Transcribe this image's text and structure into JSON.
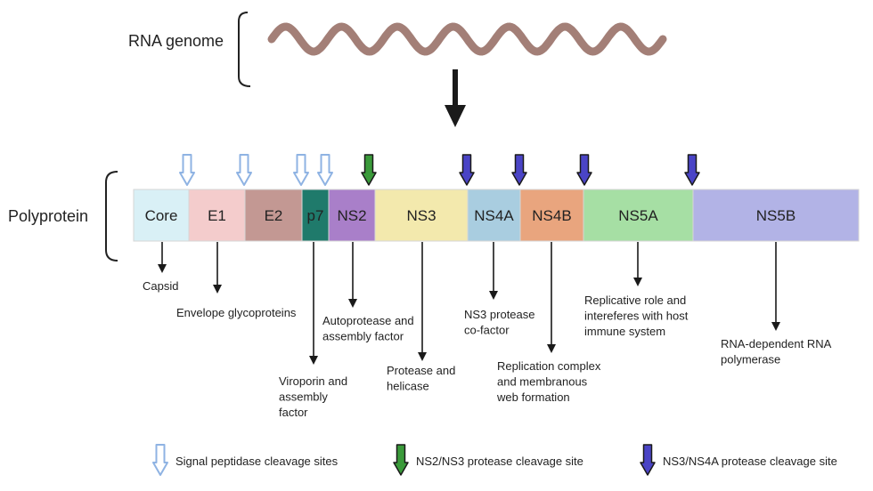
{
  "genome_label": "RNA genome",
  "polyprotein_label": "Polyprotein",
  "segments": [
    {
      "label": "Core",
      "color": "#d9f0f6"
    },
    {
      "label": "E1",
      "color": "#f4cccc"
    },
    {
      "label": "E2",
      "color": "#c39893"
    },
    {
      "label": "p7",
      "color": "#1f7a6b"
    },
    {
      "label": "NS2",
      "color": "#a97fc9"
    },
    {
      "label": "NS3",
      "color": "#f3e9ad"
    },
    {
      "label": "NS4A",
      "color": "#a9cde0"
    },
    {
      "label": "NS4B",
      "color": "#e9a57e"
    },
    {
      "label": "NS5A",
      "color": "#a6dfa4"
    },
    {
      "label": "NS5B",
      "color": "#b2b3e6"
    }
  ],
  "functions": [
    {
      "lines": [
        "Capsid"
      ]
    },
    {
      "lines": [
        "Envelope glycoproteins"
      ]
    },
    {
      "lines": [
        "Viroporin and",
        "assembly",
        "factor"
      ]
    },
    {
      "lines": [
        "Autoprotease and",
        "assembly factor"
      ]
    },
    {
      "lines": [
        "Protease and",
        "helicase"
      ]
    },
    {
      "lines": [
        "NS3 protease",
        "co-factor"
      ]
    },
    {
      "lines": [
        "Replication complex",
        "and membranous",
        "web formation"
      ]
    },
    {
      "lines": [
        "Replicative role and",
        "intereferes with host",
        "immune system"
      ]
    },
    {
      "lines": [
        "RNA-dependent RNA",
        "polymerase"
      ]
    }
  ],
  "legend": [
    {
      "type": "signal",
      "label": "Signal peptidase cleavage sites",
      "color": "#8fb3e3"
    },
    {
      "type": "ns2",
      "label": "NS2/NS3 protease cleavage site",
      "color": "#3a9a3a"
    },
    {
      "type": "ns3",
      "label": "NS3/NS4A protease cleavage site",
      "color": "#4a44c6"
    }
  ],
  "colors": {
    "genome": "#a37f77",
    "arrow": "#1a1a1a"
  }
}
